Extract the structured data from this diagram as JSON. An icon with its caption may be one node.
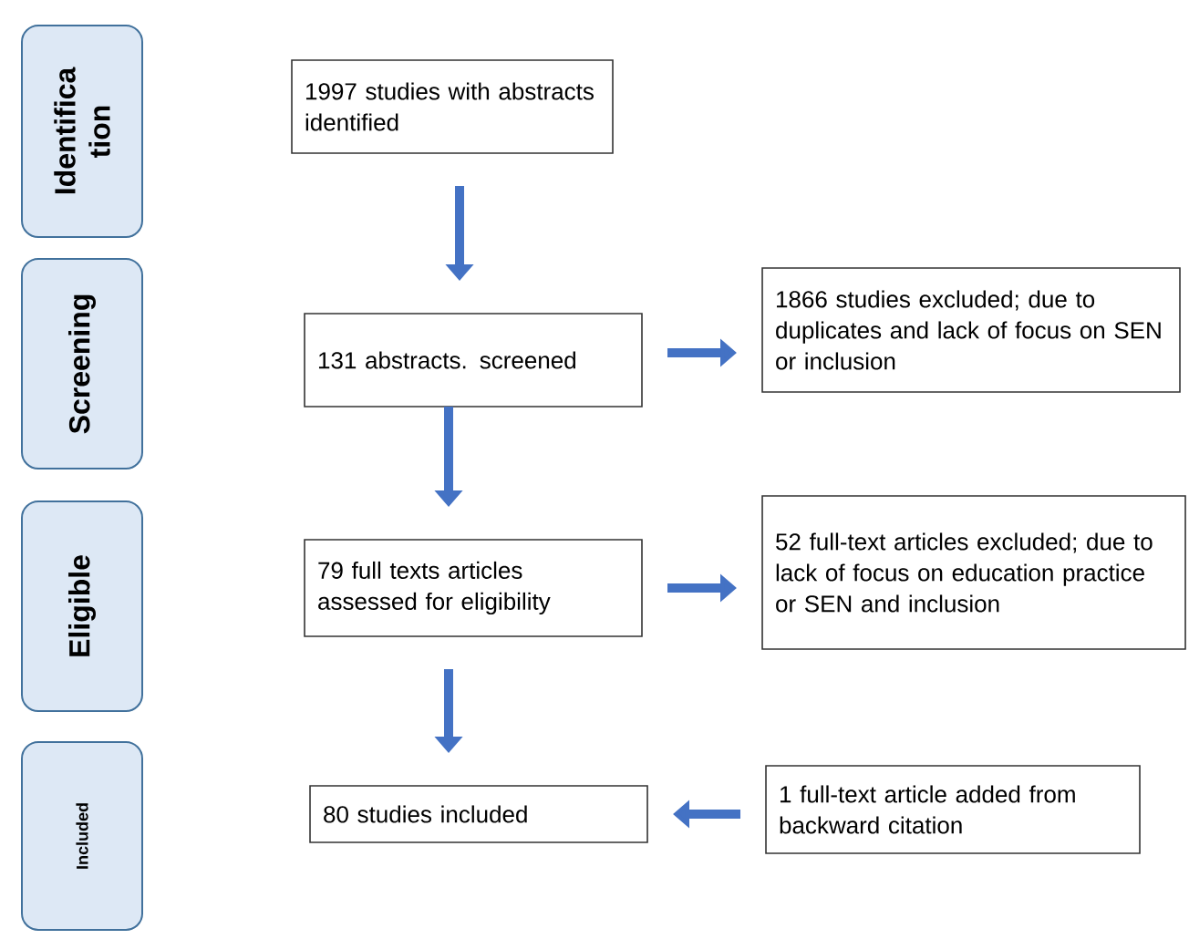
{
  "diagram": {
    "nodes": [
      {
        "text": [
          "Identifica tion"
        ]
      },
      {
        "text": [
          "Screening"
        ]
      },
      {
        "text": [
          "Eligible"
        ]
      },
      {
        "text": [
          "Included"
        ]
      },
      {
        "text": [
          "1997 studies with abstracts identified"
        ]
      },
      {
        "text": [
          "131 abstracts. screened"
        ]
      },
      {
        "text": [
          "1866 studies excluded; due to duplicates and lack of focus on SEN or inclusion"
        ]
      },
      {
        "text": [
          "79 full texts articles assessed for eligibility"
        ]
      },
      {
        "text": [
          "52 full-text articles excluded; due to lack of focus on education practice or SEN and inclusion"
        ]
      },
      {
        "text": [
          "80 studies included"
        ]
      },
      {
        "text": [
          "1 full-text article added from backward citation"
        ]
      }
    ],
    "edges": [
      {
        "from": 4,
        "to": 5,
        "arrow": "to"
      },
      {
        "from": 5,
        "to": 6,
        "arrow": "to"
      },
      {
        "from": 5,
        "to": 7,
        "arrow": "to"
      },
      {
        "from": 7,
        "to": 8,
        "arrow": "to"
      },
      {
        "from": 7,
        "to": 9,
        "arrow": "to"
      },
      {
        "from": 10,
        "to": 9,
        "arrow": "to"
      }
    ]
  }
}
